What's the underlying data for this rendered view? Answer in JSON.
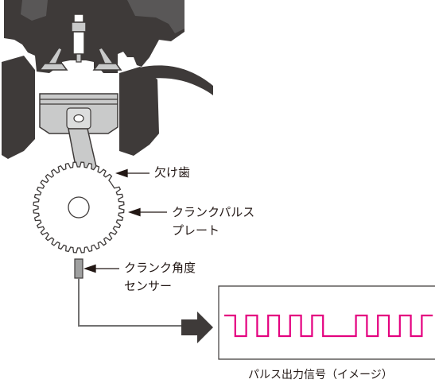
{
  "labels": {
    "missing_tooth": "欠け歯",
    "crank_pulse_plate_line1": "クランクパルス",
    "crank_pulse_plate_line2": "プレート",
    "crank_angle_sensor_line1": "クランク角度",
    "crank_angle_sensor_line2": "センサー",
    "pulse_output_caption": "パルス出力信号（イメージ）"
  },
  "colors": {
    "engine_dark": "#3e3a39",
    "piston_gray": "#c9caca",
    "text": "#231815",
    "pulse_signal": "#e4007f",
    "arrow": "#3e3a39"
  },
  "pulse_signal": {
    "pattern": [
      1,
      0,
      1,
      0,
      1,
      0,
      1,
      0,
      1,
      0,
      0,
      0,
      1,
      0,
      1,
      0,
      1,
      0,
      1
    ],
    "description_visible": false
  },
  "gear": {
    "tooth_count": 36,
    "missing_teeth": 1
  }
}
